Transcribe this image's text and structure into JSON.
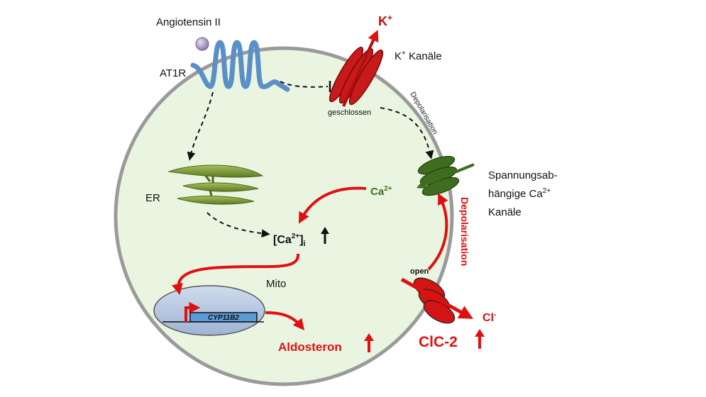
{
  "labels": {
    "angiotensin": "Angiotensin II",
    "at1r": "AT1R",
    "k_sym": "K",
    "k_sup": "+",
    "k_channels_pre": "K",
    "k_channels_sup": "+",
    "k_channels_post": " Kanäle",
    "geschlossen": "geschlossen",
    "depol_top": "Depolarisation",
    "vgcc_line1": "Spannungsab-",
    "vgcc_line2_pre": "hängige Ca",
    "vgcc_line2_sup": "2+",
    "vgcc_line3": "Kanäle",
    "ca_ext_pre": "Ca",
    "ca_ext_sup": "2+",
    "er": "ER",
    "ca_int_open": "[Ca",
    "ca_int_sup": "2+",
    "ca_int_close": "]",
    "ca_int_sub": "i",
    "up_arrow": "↑",
    "mito": "Mito",
    "gene": "CYP11B2",
    "aldosteron": "Aldosteron",
    "open": "open",
    "depol_right": "Depolarisation",
    "cl_pre": "Cl",
    "cl_sup": "-",
    "clc2": "ClC-2"
  },
  "colors": {
    "cell_fill": "#e9f5e1",
    "cell_stroke": "#9a9a9a",
    "red": "#e01010",
    "dark_red": "#b01010",
    "receptor_blue": "#5b8fc8",
    "ca_channel_green": "#3f6d1f",
    "er_green": "#7a9a3a",
    "nucleus_fill": "#b9c9e0",
    "gene_box": "#5b9bd5"
  }
}
